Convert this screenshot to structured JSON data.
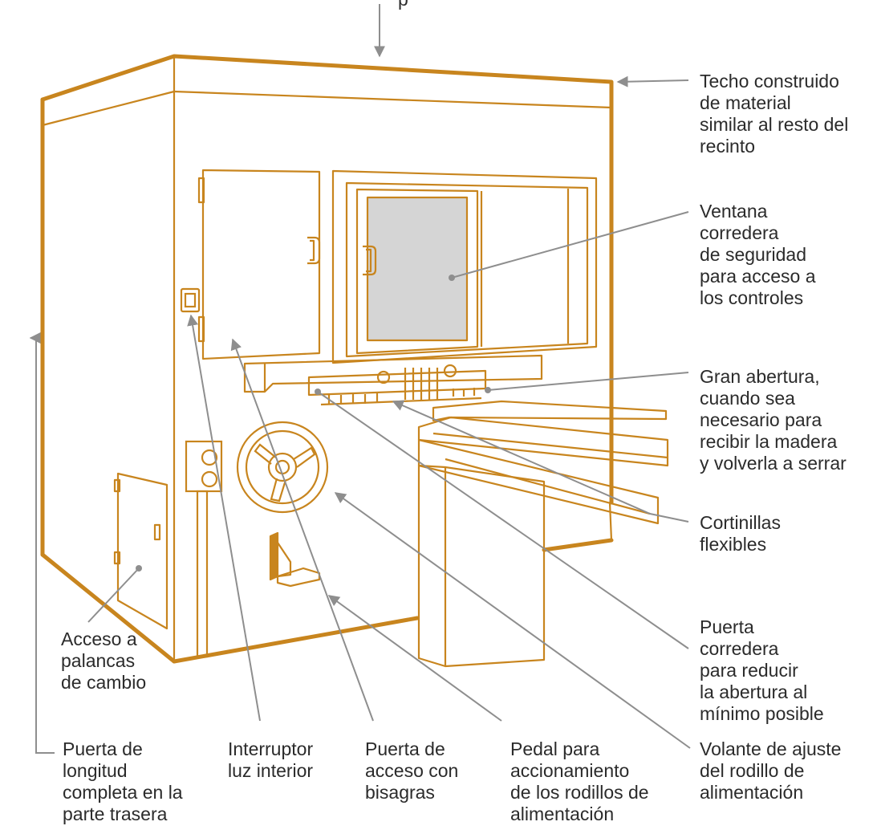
{
  "colors": {
    "outline": "#c8851e",
    "glass": "#d5d5d5",
    "leader": "#8e8e8e",
    "text": "#2b2b2b",
    "pedal_fill": "#c8851e"
  },
  "callouts": {
    "top_fragment": "p",
    "roof": "Techo construido\nde material\nsimilar al resto del\nrecinto",
    "window": "Ventana\ncorredera\nde seguridad\npara acceso a\nlos controles",
    "opening": "Gran abertura,\ncuando sea\nnecesario para\nrecibir la madera\ny volverla a serrar",
    "curtains": "Cortinillas\nflexibles",
    "sliding_door": "Puerta\ncorredera\npara reducir\nla abertura al\nmínimo posible",
    "handwheel": "Volante de ajuste\ndel rodillo de\nalimentación",
    "pedal": "Pedal para\naccionamiento\nde los rodillos de\nalimentación",
    "hinged_door": "Puerta de\nacceso con\nbisagras",
    "light_switch": "Interruptor\nluz interior",
    "rear_door": "Puerta de\nlongitud\ncompleta en la\nparte trasera",
    "gear_levers": "Acceso a\npalancas\nde cambio"
  }
}
